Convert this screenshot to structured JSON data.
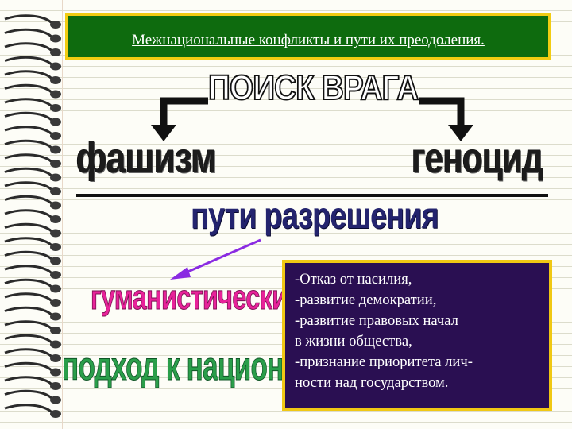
{
  "title": "Межнациональные конфликты и пути их преодоления.",
  "center_heading": "ПОИСК ВРАГА",
  "left_term": "фашизм",
  "right_term": "геноцид",
  "resolution_heading": "пути разрешения",
  "approach_line1": "гуманистический",
  "approach_line2": "подход к национальным",
  "measures": [
    "-Отказ от насилия,",
    "-развитие демократии,",
    "-развитие правовых начал",
    "в жизни общества,",
    "-признание приоритета лич-",
    "ности над государством."
  ],
  "colors": {
    "title_bg": "#0e6b0e",
    "title_border": "#f2cc12",
    "measures_bg": "#2a0f52",
    "arrow": "#8a2be2",
    "humanistic_text": "#e8239a",
    "national_text": "#2a9e4a",
    "ways_text": "#24246e"
  },
  "icons": [
    "spiral-binding-icon",
    "elbow-arrow-left-icon",
    "elbow-arrow-right-icon",
    "diagonal-arrow-icon"
  ]
}
